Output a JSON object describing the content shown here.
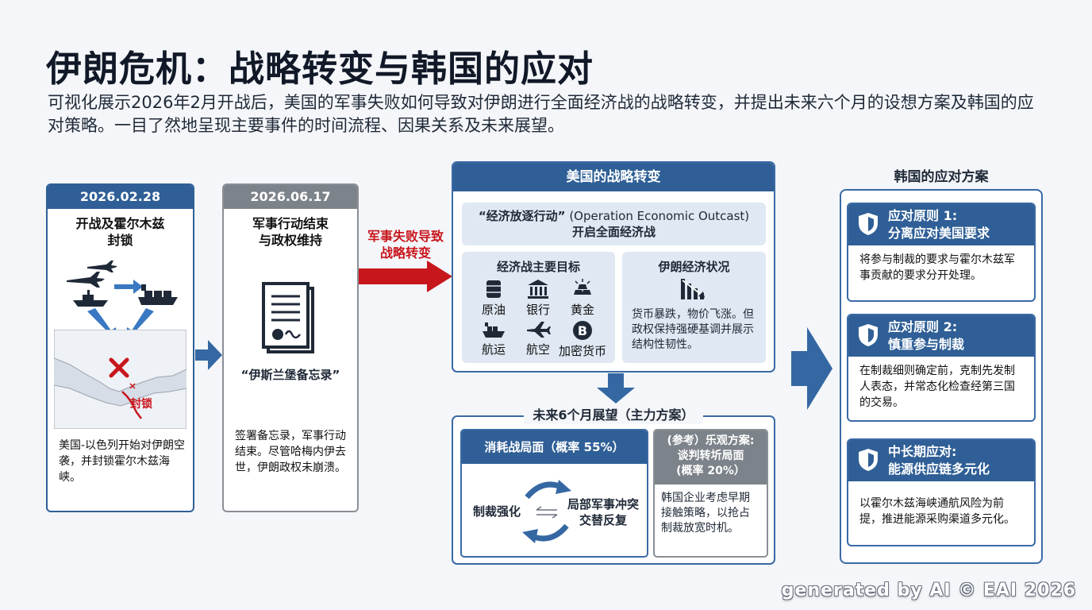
{
  "header": {
    "title": "伊朗危机：战略转变与韩国的应对",
    "subtitle": "可视化展示2026年2月开战后，美国的军事失败如何导致对伊朗进行全面经济战的战略转变，并提出未来六个月的设想方案及韩国的应对策略。一目了然地呈现主要事件的时间流程、因果关系及未来展望。"
  },
  "timeline": {
    "event1": {
      "date": "2026.02.28",
      "title_line1": "开战及霍尔木兹",
      "title_line2": "封锁",
      "map_label": "封锁",
      "body": "美国-以色列开始对伊朗空袭，并封锁霍尔木兹海峡。"
    },
    "event2": {
      "date": "2026.06.17",
      "title_line1": "军事行动结束",
      "title_line2": "与政权维持",
      "doc_label": "“伊斯兰堡备忘录”",
      "body": "签署备忘录，军事行动结束。尽管哈梅内伊去世，伊朗政权未崩溃。"
    },
    "transition_line1": "军事失败导致",
    "transition_line2": "战略转变"
  },
  "us_shift": {
    "heading": "美国的战略转变",
    "operation_name": "“经济放逐行动”",
    "operation_en": "(Operation Economic Outcast)",
    "operation_sub": "开启全面经济战",
    "targets": {
      "heading": "经济战主要目标",
      "items": [
        "原油",
        "银行",
        "黄金",
        "航运",
        "航空",
        "加密货币"
      ]
    },
    "iran_status": {
      "heading": "伊朗经济状况",
      "body": "货币暴跌，物价飞涨。但政权保持强硬基调并展示结构性韧性。"
    }
  },
  "outlook": {
    "heading": "未来6个月展望（主力方案）",
    "main": {
      "title": "消耗战局面（概率 55%）",
      "left": "制裁强化",
      "right_line1": "局部军事冲突",
      "right_line2": "交替反复"
    },
    "alt": {
      "title_line1": "(参考）乐观方案:",
      "title_line2": "谈判转圻局面",
      "title_line3": "(概率 20%）",
      "body": "韩国企业考虑早期接触策略，以抢占制裁放宽时机。"
    }
  },
  "korea": {
    "heading": "韩国的应对方案",
    "items": [
      {
        "title1": "应对原则 1:",
        "title2": "分离应对美国要求",
        "body": "将参与制裁的要求与霍尔木兹军事贡献的要求分开处理。"
      },
      {
        "title1": "应对原则 2:",
        "title2": "慎重参与制裁",
        "body": "在制裁细则确定前，克制先发制人表态，并常态化检查经第三国的交易。"
      },
      {
        "title1": "中长期应对:",
        "title2": "能源供应链多元化",
        "body": "以霍尔木兹海峡通航风险为前提，推进能源采购渠道多元化。"
      }
    ]
  },
  "watermark": "generated by AI © EAI 2026",
  "colors": {
    "primary": "#2f5f96",
    "grey_header": "#7d838a",
    "alert_red": "#c8161d",
    "soft_blue": "#dfe8f3"
  }
}
